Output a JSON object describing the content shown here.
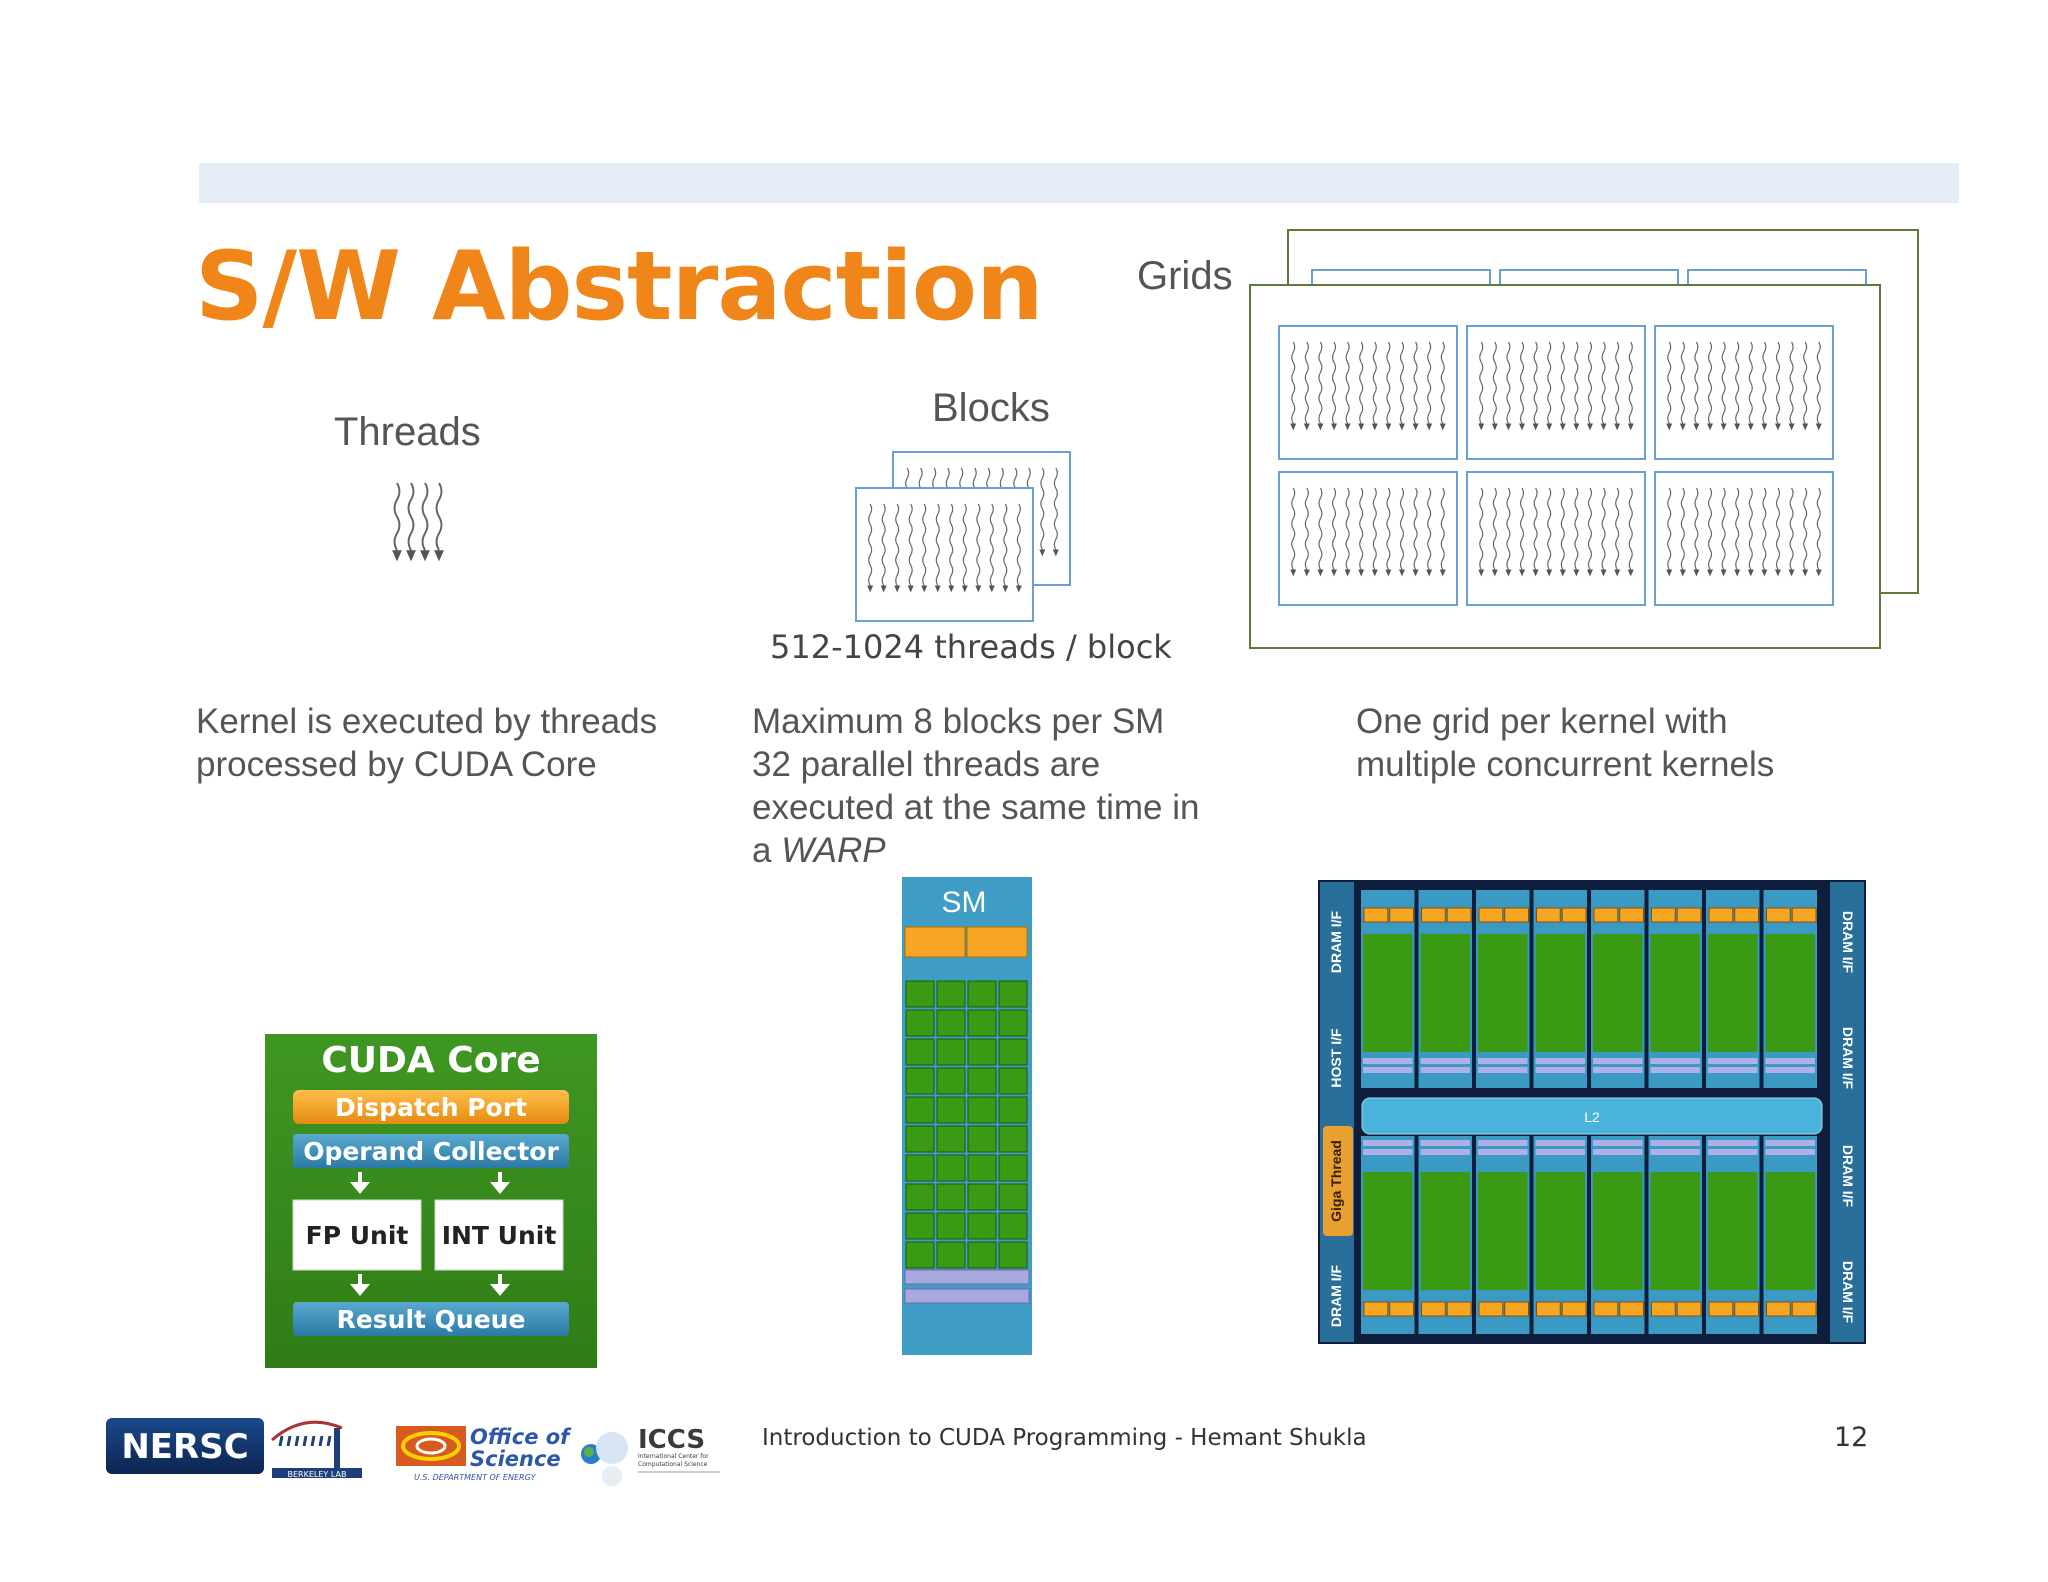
{
  "title": "S/W Abstraction",
  "labels": {
    "threads": "Threads",
    "blocks": "Blocks",
    "grids": "Grids",
    "threads_per_block": "512-1024 threads / block"
  },
  "descriptions": {
    "threads": [
      "Kernel is executed by threads",
      "processed by CUDA Core"
    ],
    "blocks": [
      "Maximum 8 blocks per SM",
      "32 parallel threads are",
      "executed at the same time in"
    ],
    "blocks_last_prefix": "a ",
    "blocks_last_italic": "WARP",
    "grids": [
      "One grid per kernel with",
      "multiple concurrent kernels"
    ]
  },
  "cuda_core": {
    "title": "CUDA Core",
    "dispatch": "Dispatch Port",
    "operand": "Operand Collector",
    "fp": "FP Unit",
    "int": "INT Unit",
    "result": "Result Queue"
  },
  "sm": {
    "label": "SM"
  },
  "gpu": {
    "l2": "L2",
    "left_labels": [
      "DRAM I/F",
      "HOST I/F",
      "Giga Thread",
      "DRAM I/F"
    ],
    "right_labels": [
      "DRAM I/F",
      "DRAM I/F",
      "DRAM I/F",
      "DRAM I/F"
    ]
  },
  "footer": {
    "text": "Introduction to CUDA Programming - Hemant Shukla",
    "page": "12"
  },
  "logos": {
    "nersc": "NERSC",
    "berkeley": "BERKELEY LAB",
    "office_line1": "Office of",
    "office_line2": "Science",
    "doe": "U.S. DEPARTMENT OF ENERGY",
    "iccs": "ICCS",
    "iccs_sub1": "International Center for",
    "iccs_sub2": "Computational Science"
  },
  "colors": {
    "title_orange": "#f0851a",
    "grid_border": "#5e7a3c",
    "block_border": "#6a9fd0",
    "cuda_green": "#3a8c1e",
    "gpu_blue": "#2d8bb0"
  }
}
